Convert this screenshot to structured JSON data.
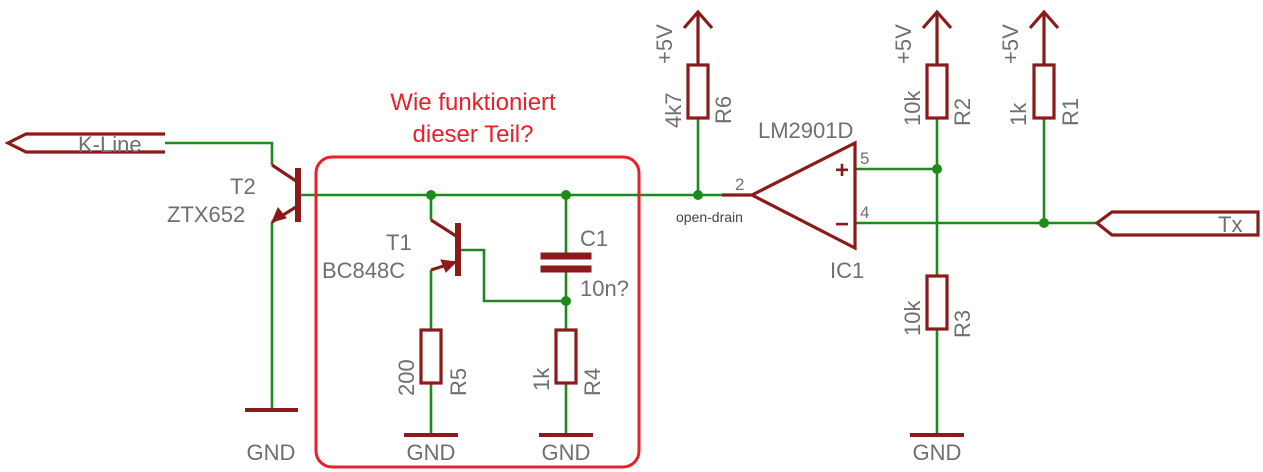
{
  "colors": {
    "wire": "#1d8a1d",
    "symbol": "#8b1a1a",
    "text": "#6f6f6f",
    "annotation": "#e8202a"
  },
  "annotation": {
    "line1": "Wie funktioniert",
    "line2": "dieser Teil?"
  },
  "ports": {
    "kline": "K-Line",
    "tx": "Tx"
  },
  "t2": {
    "name": "T2",
    "part": "ZTX652"
  },
  "t1": {
    "name": "T1",
    "part": "BC848C"
  },
  "c1": {
    "name": "C1",
    "value": "10n?"
  },
  "r1": {
    "name": "R1",
    "value": "1k"
  },
  "r2": {
    "name": "R2",
    "value": "10k"
  },
  "r3": {
    "name": "R3",
    "value": "10k"
  },
  "r4": {
    "name": "R4",
    "value": "1k"
  },
  "r5": {
    "name": "R5",
    "value": "200"
  },
  "r6": {
    "name": "R6",
    "value": "4k7"
  },
  "ic1": {
    "name": "IC1",
    "part": "LM2901D",
    "pin_out": "2",
    "pin_plus": "5",
    "pin_minus": "4",
    "plus_sign": "+",
    "minus_sign": "−",
    "output_note": "open-drain"
  },
  "supply": {
    "vcc": "+5V",
    "gnd": "GND"
  }
}
